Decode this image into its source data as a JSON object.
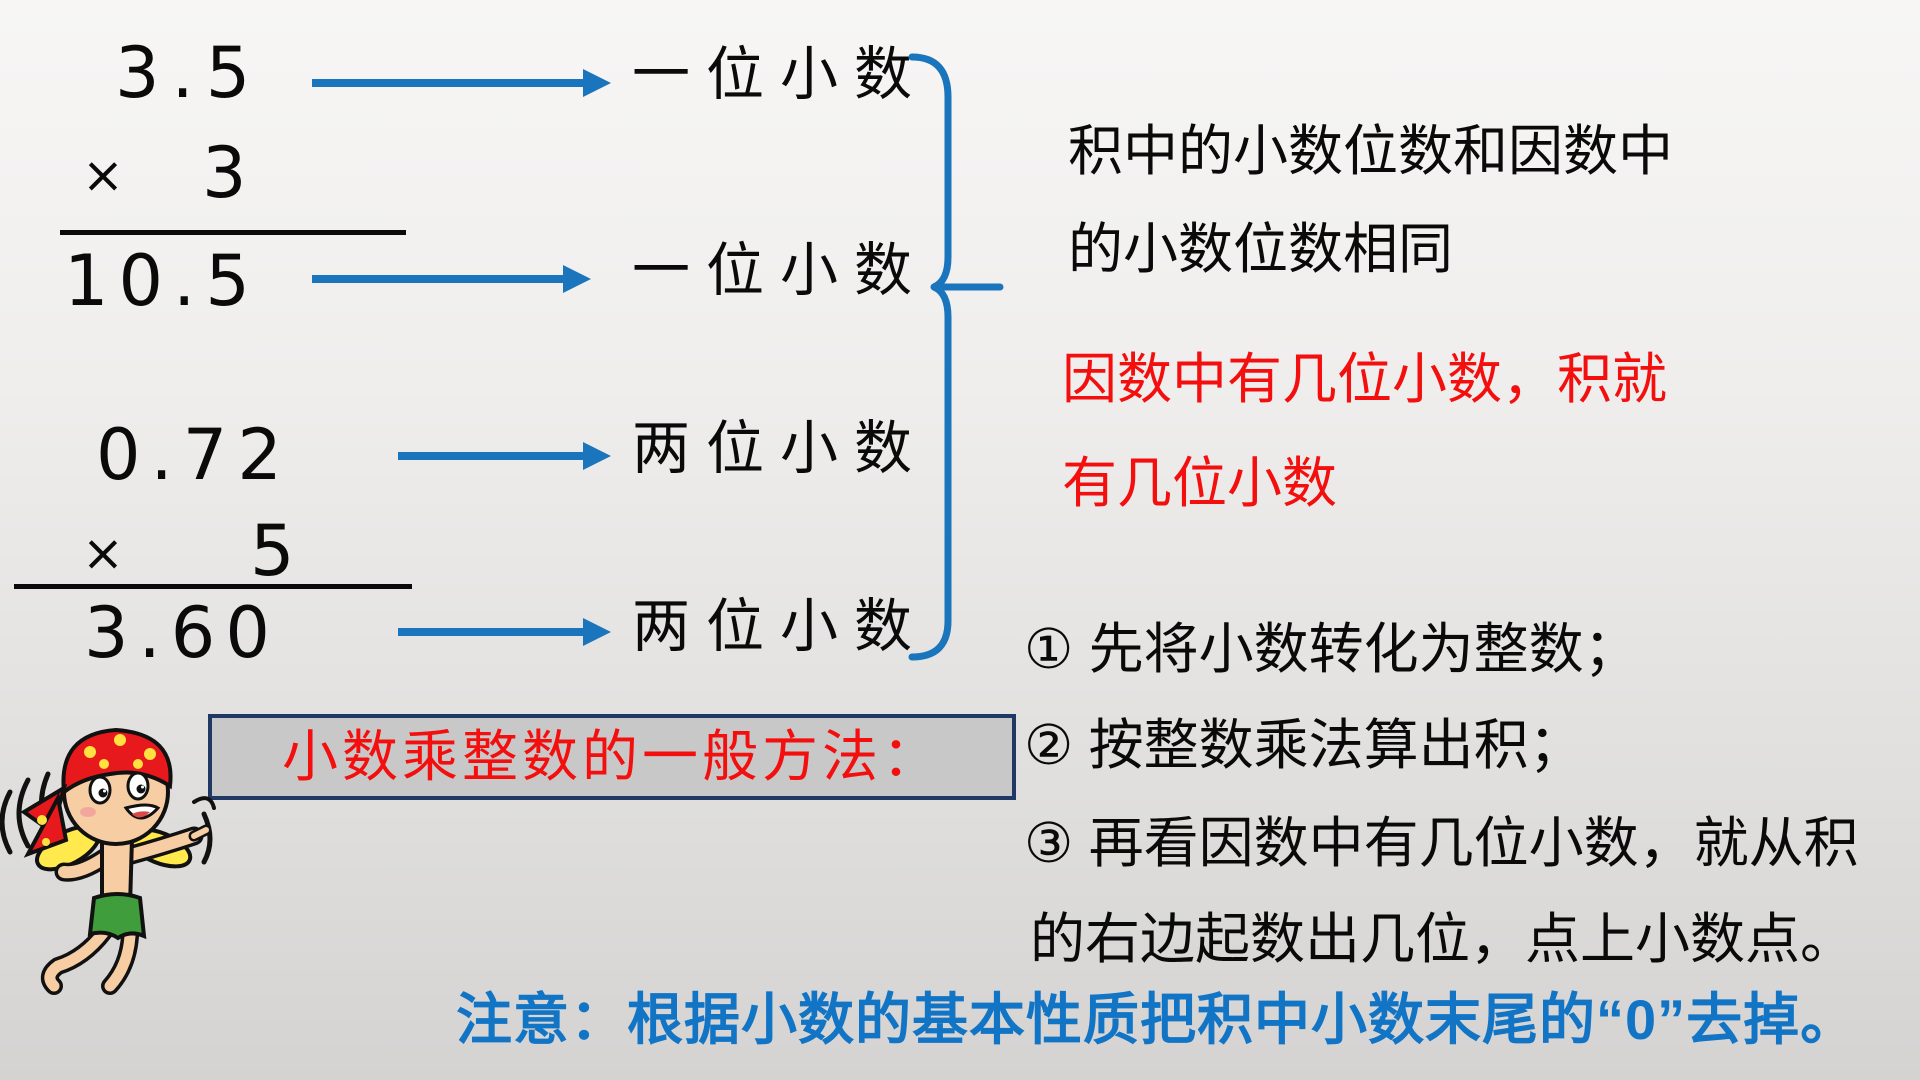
{
  "problem1": {
    "multiplicand": "3.5",
    "operator": "×",
    "multiplier": "3",
    "product": "10.5",
    "label_factor": "一位小数",
    "label_product": "一位小数"
  },
  "problem2": {
    "multiplicand": "0.72",
    "operator": "×",
    "multiplier": "5",
    "product": "3.60",
    "label_factor": "两位小数",
    "label_product": "两位小数"
  },
  "right_notes": {
    "black_line1": "积中的小数位数和因数中",
    "black_line2": "的小数位数相同",
    "red_line1": "因数中有几位小数，积就",
    "red_line2": "有几位小数"
  },
  "method_box": {
    "title": "小数乘整数的一般方法："
  },
  "steps": [
    "① 先将小数转化为整数；",
    "② 按整数乘法算出积；",
    "③ 再看因数中有几位小数，就从积",
    "的右边起数出几位，点上小数点。"
  ],
  "notice": "注意：根据小数的基本性质把积中小数末尾的“0”去掉。",
  "colors": {
    "arrow_blue": "#1b75bc",
    "notice_blue": "#1274c5",
    "emphasis_red": "#f40f0f",
    "box_border_navy": "#1f3864",
    "box_fill_gray": "#c8c8c9",
    "text_black": "#0a0a0a"
  },
  "icons": {
    "brace": "right-curly-brace-icon",
    "arrows": "right-arrow-icon",
    "mascot": "flying-fairy-boy-icon"
  }
}
